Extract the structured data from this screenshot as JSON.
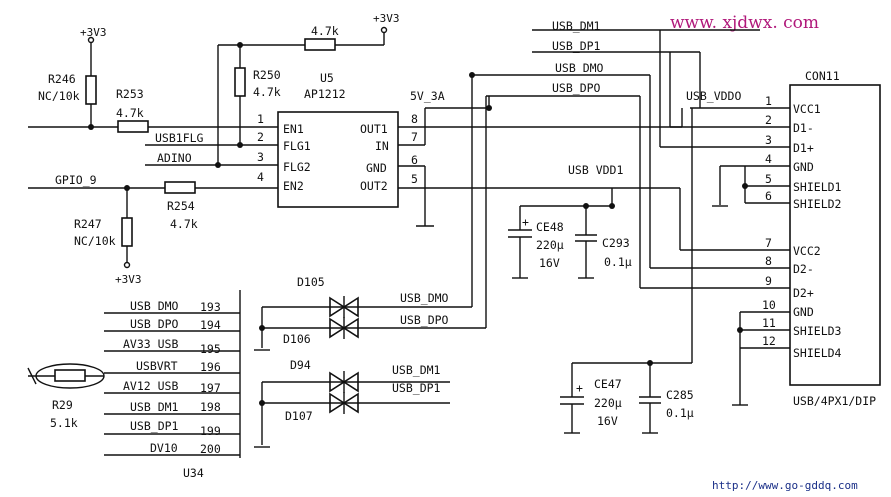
{
  "watermark_top": "www. xjdwx. com",
  "watermark_bottom": "http://www.go-gddq.com",
  "power": {
    "v33_top_r246": "+3V3",
    "v33_top_r250": "+3V3",
    "v33_bottom": "+3V3"
  },
  "resistors": {
    "r246": {
      "ref": "R246",
      "value": "NC/10k"
    },
    "r253": {
      "ref": "R253",
      "value": "4.7k"
    },
    "r250": {
      "ref": "R250",
      "value": "4.7k"
    },
    "r_top": {
      "value": "4.7k"
    },
    "r254": {
      "ref": "R254",
      "value": "4.7k"
    },
    "r247": {
      "ref": "R247",
      "value": "NC/10k"
    },
    "r29": {
      "ref": "R29",
      "value": "5.1k"
    }
  },
  "u5": {
    "ref": "U5",
    "part": "AP1212",
    "left_pins": [
      {
        "num": "1",
        "name": "EN1"
      },
      {
        "num": "2",
        "name": "FLG1"
      },
      {
        "num": "3",
        "name": "FLG2"
      },
      {
        "num": "4",
        "name": "EN2"
      }
    ],
    "right_pins": [
      {
        "num": "8",
        "name": "OUT1"
      },
      {
        "num": "7",
        "name": "IN"
      },
      {
        "num": "6",
        "name": "GND"
      },
      {
        "num": "5",
        "name": "OUT2"
      }
    ]
  },
  "nets": {
    "usb1flg": "USB1FLG",
    "adino": "ADINO",
    "gpio9": "GPIO_9",
    "v5_3a": "5V_3A",
    "usb_vdd0": "USB_VDDO",
    "usb_vdd1": "USB VDD1",
    "top_dm1": "USB_DM1",
    "top_dp1": "USB_DP1",
    "top_dm0": "USB_DMO",
    "top_dp0": "USB_DPO",
    "diode_dm0": "USB_DMO",
    "diode_dp0": "USB_DPO",
    "diode_dm1": "USB_DM1",
    "diode_dp1": "USB_DP1"
  },
  "capacitors": {
    "ce48": {
      "ref": "CE48",
      "value": "220µ",
      "voltage": "16V"
    },
    "c293": {
      "ref": "C293",
      "value": "0.1µ"
    },
    "ce47": {
      "ref": "CE47",
      "value": "220µ",
      "voltage": "16V"
    },
    "c285": {
      "ref": "C285",
      "value": "0.1µ"
    }
  },
  "diodes": {
    "d105": "D105",
    "d106": "D106",
    "d94": "D94",
    "d107": "D107"
  },
  "con11": {
    "ref": "CON11",
    "part": "USB/4PX1/DIP",
    "pins": [
      {
        "num": "1",
        "name": "VCC1"
      },
      {
        "num": "2",
        "name": "D1-"
      },
      {
        "num": "3",
        "name": "D1+"
      },
      {
        "num": "4",
        "name": "GND"
      },
      {
        "num": "5",
        "name": "SHIELD1"
      },
      {
        "num": "6",
        "name": "SHIELD2"
      },
      {
        "num": "7",
        "name": "VCC2"
      },
      {
        "num": "8",
        "name": "D2-"
      },
      {
        "num": "9",
        "name": "D2+"
      },
      {
        "num": "10",
        "name": "GND"
      },
      {
        "num": "11",
        "name": "SHIELD3"
      },
      {
        "num": "12",
        "name": "SHIELD4"
      }
    ]
  },
  "u34": {
    "ref": "U34",
    "pins": [
      {
        "name": "USB_DMO",
        "num": "193"
      },
      {
        "name": "USB_DPO",
        "num": "194"
      },
      {
        "name": "AV33_USB",
        "num": "195"
      },
      {
        "name": "USBVRT",
        "num": "196"
      },
      {
        "name": "AV12_USB",
        "num": "197"
      },
      {
        "name": "USB_DM1",
        "num": "198"
      },
      {
        "name": "USB_DP1",
        "num": "199"
      },
      {
        "name": "DV10",
        "num": "200"
      }
    ]
  }
}
